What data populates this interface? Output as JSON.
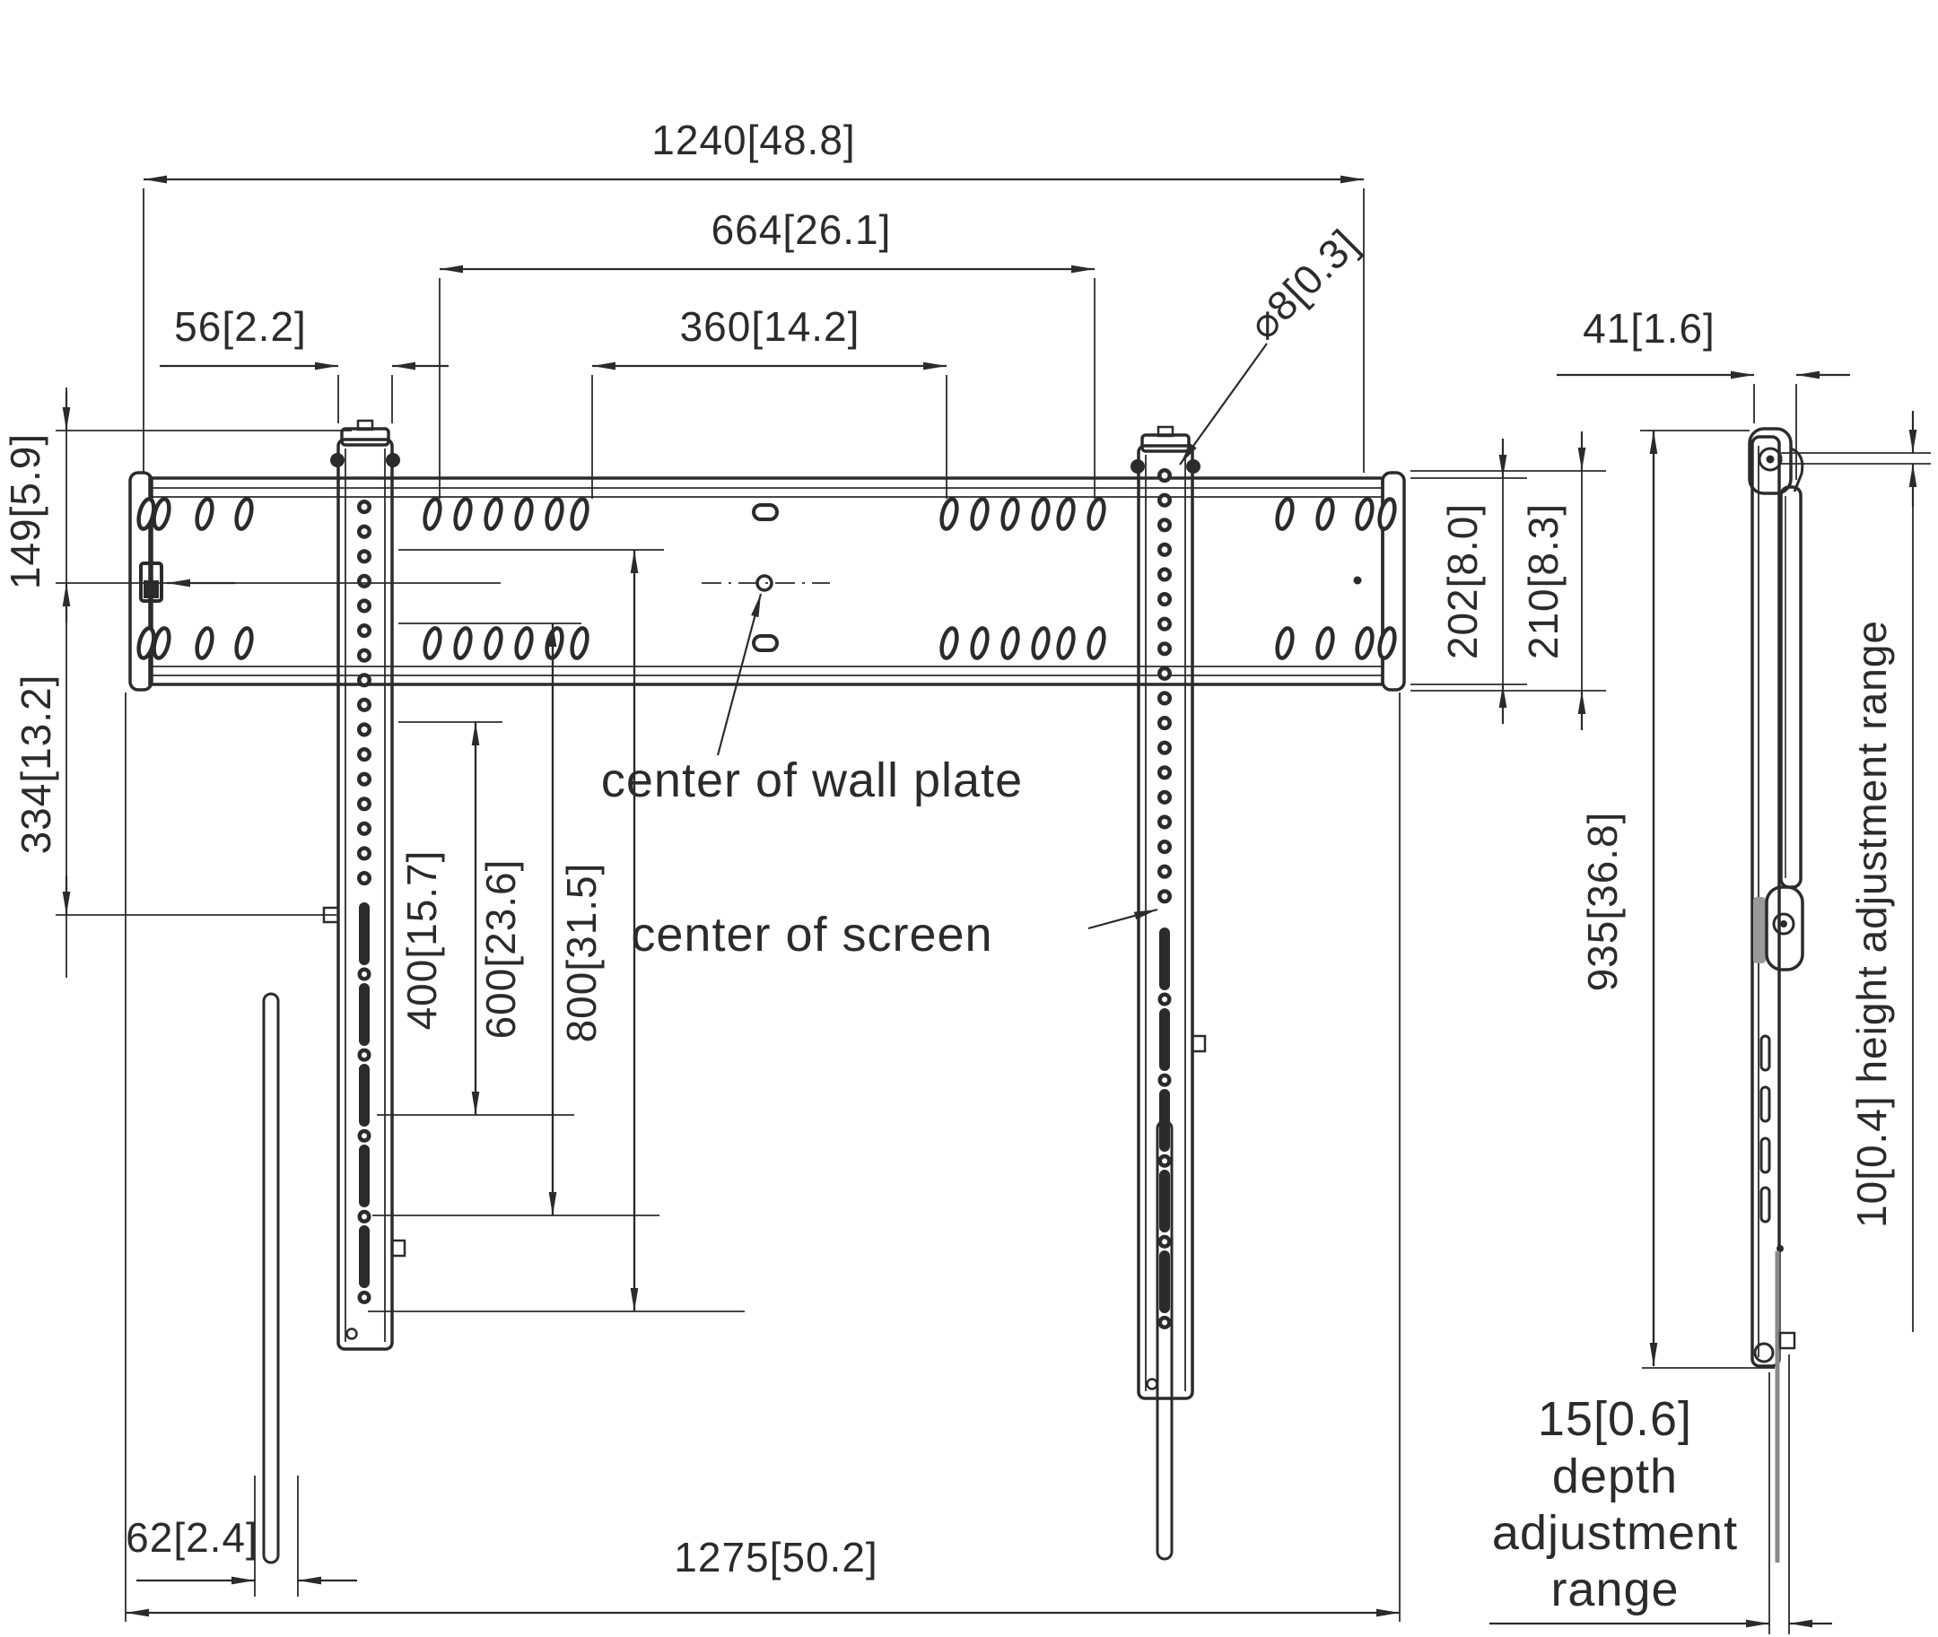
{
  "title": "TV wall mount dimension drawing",
  "front_view": {
    "annotations": {
      "center_of_wall_plate": "center of wall plate",
      "center_of_screen": "center of screen"
    },
    "dimensions": {
      "mount_hole_span": "1240[48.8]",
      "outer_hole_span": "664[26.1]",
      "inner_hole_span": "360[14.2]",
      "bracket_width": "56[2.2]",
      "hole_diameter": "⌀8[0.3]",
      "plate_top_offset": "149[5.9]",
      "plate_mid_offset": "334[13.2]",
      "vesa_400": "400[15.7]",
      "vesa_600": "600[23.6]",
      "vesa_800": "800[31.5]",
      "plate_height": "202[8.0]",
      "plate_height_outer": "210[8.3]",
      "strap_offset": "62[2.4]",
      "overall_width": "1275[50.2]"
    }
  },
  "side_view": {
    "dimensions": {
      "mount_depth": "41[1.6]",
      "bracket_height": "935[36.8]",
      "height_adjustment": "10[0.4] height adjustment range",
      "depth_adjustment_value": "15[0.6]",
      "depth_word": "depth",
      "adjustment_word": "adjustment",
      "range_word": "range"
    }
  }
}
